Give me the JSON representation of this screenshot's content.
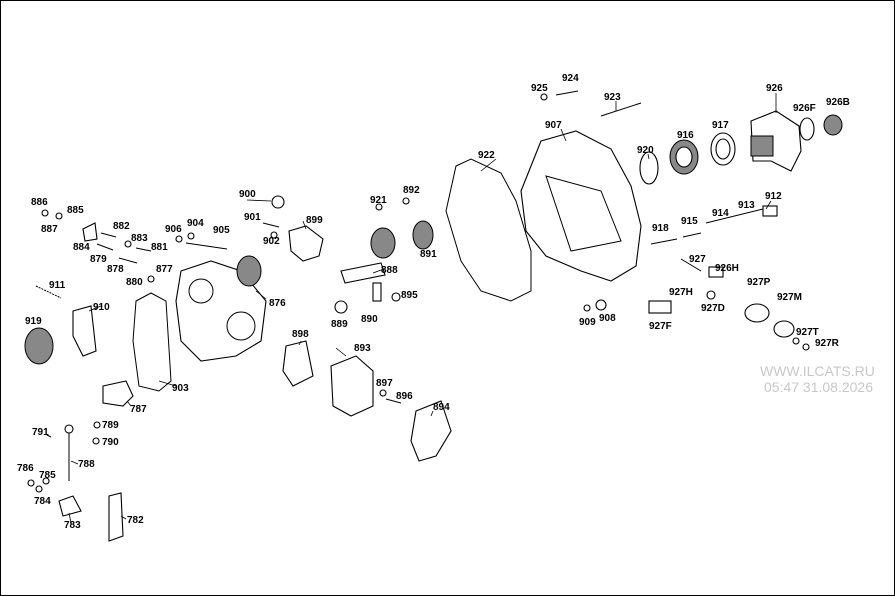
{
  "callouts": [
    "925",
    "924",
    "923",
    "926",
    "907",
    "926F",
    "926B",
    "922",
    "920",
    "916",
    "917",
    "912",
    "913",
    "914",
    "915",
    "918",
    "927",
    "926H",
    "927H",
    "927P",
    "927M",
    "927F",
    "927D",
    "927T",
    "927R",
    "909",
    "908",
    "886",
    "885",
    "887",
    "884",
    "882",
    "883",
    "881",
    "906",
    "904",
    "905",
    "879",
    "878",
    "880",
    "877",
    "900",
    "901",
    "902",
    "899",
    "921",
    "892",
    "891",
    "888",
    "895",
    "889",
    "890",
    "911",
    "910",
    "919",
    "876",
    "903",
    "898",
    "893",
    "897",
    "896",
    "894",
    "787",
    "791",
    "789",
    "790",
    "788",
    "786",
    "785",
    "784",
    "783",
    "782"
  ],
  "watermark": {
    "site": "WWW.ILCATS.RU",
    "timestamp": "05:47 31.08.2026"
  }
}
